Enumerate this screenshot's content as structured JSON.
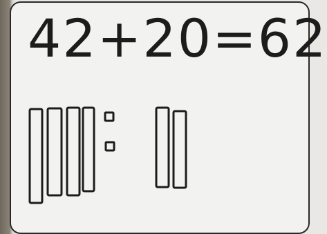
{
  "equation_text": "42+20=62",
  "blocks_left": {
    "tens_rods": 4,
    "ones_units": 2
  },
  "blocks_right": {
    "tens_rods": 2,
    "ones_units": 0
  },
  "colors": {
    "ink": "#1c1c1c",
    "board": "#f2f2f0",
    "table": "#6f685d"
  }
}
